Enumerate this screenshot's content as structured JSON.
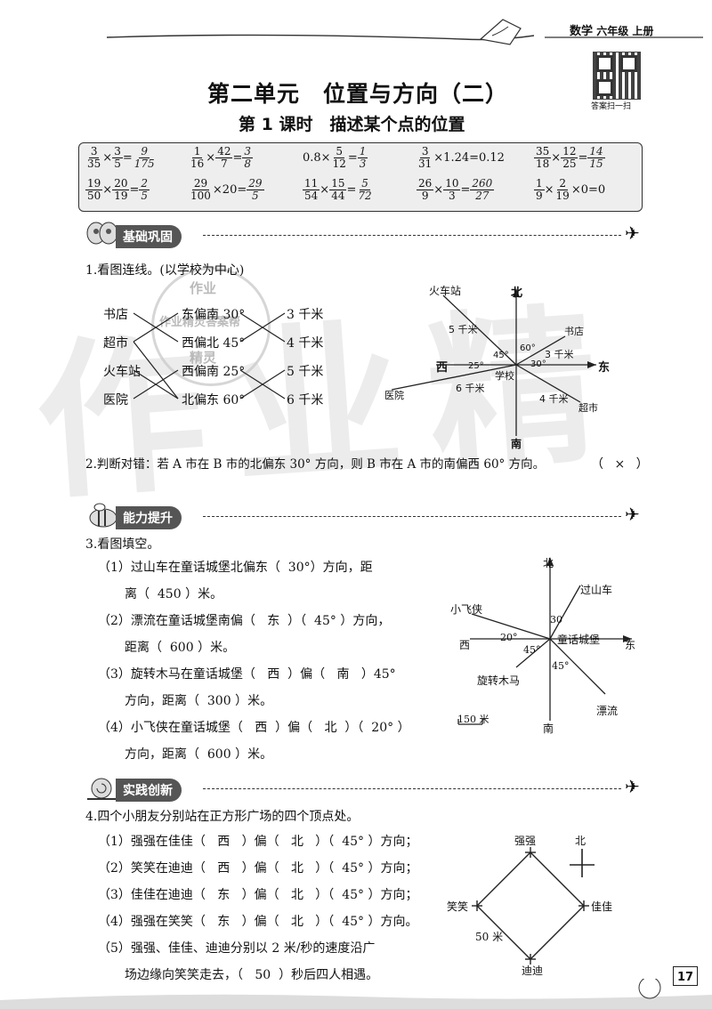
{
  "header": {
    "subject": "数学",
    "grade": "六年级",
    "volume": "上册",
    "qr_caption": "答案扫一扫"
  },
  "title": {
    "unit": "第二单元　位置与方向（二）",
    "lesson": "第 1 课时　描述某个点的位置"
  },
  "calc": {
    "row1": [
      {
        "a_num": "3",
        "a_den": "35",
        "op": "×",
        "b_num": "3",
        "b_den": "5",
        "r_num": "9",
        "r_den": "175"
      },
      {
        "a_num": "1",
        "a_den": "16",
        "op": "×",
        "b_num": "42",
        "b_den": "7",
        "r_num": "3",
        "r_den": "8"
      },
      {
        "pre": "0.8×",
        "b_num": "5",
        "b_den": "12",
        "r_num": "1",
        "r_den": "3"
      },
      {
        "a_num": "3",
        "a_den": "31",
        "post": "×1.24=0.12"
      },
      {
        "a_num": "35",
        "a_den": "18",
        "op": "×",
        "b_num": "12",
        "b_den": "25",
        "r_num": "14",
        "r_den": "15"
      }
    ],
    "row2": [
      {
        "a_num": "19",
        "a_den": "50",
        "op": "×",
        "b_num": "20",
        "b_den": "19",
        "r_num": "2",
        "r_den": "5"
      },
      {
        "a_num": "29",
        "a_den": "100",
        "mid": "×20=",
        "r_num": "29",
        "r_den": "5"
      },
      {
        "a_num": "11",
        "a_den": "54",
        "op": "×",
        "b_num": "15",
        "b_den": "44",
        "r_num": "5",
        "r_den": "72"
      },
      {
        "a_num": "26",
        "a_den": "9",
        "op": "×",
        "b_num": "10",
        "b_den": "3",
        "r_num": "260",
        "r_den": "27"
      },
      {
        "a_num": "1",
        "a_den": "9",
        "op": "×",
        "b_num": "2",
        "b_den": "19",
        "post": "×0=0"
      }
    ]
  },
  "sections": {
    "basic": "基础巩固",
    "ability": "能力提升",
    "practice": "实践创新"
  },
  "q1": {
    "stem": "1.看图连线。(以学校为中心)",
    "places": [
      "书店",
      "超市",
      "火车站",
      "医院"
    ],
    "directions": [
      "东偏南 30°",
      "西偏北 45°",
      "西偏南 25°",
      "北偏东 60°"
    ],
    "distances": [
      "3 千米",
      "4 千米",
      "5 千米",
      "6 千米"
    ],
    "map": {
      "north": "北",
      "south": "南",
      "east": "东",
      "west": "西",
      "center": "学校",
      "train": "火车站",
      "bookstore": "书店",
      "supermarket": "超市",
      "hospital": "医院",
      "d_train": "5 千米",
      "d_book": "3 千米",
      "d_hosp": "6 千米",
      "d_super": "4 千米",
      "a_train": "45°",
      "a_book": "60°",
      "a_hosp": "25°",
      "a_super": "30°"
    }
  },
  "q2": {
    "stem": "2.判断对错：若 A 市在 B 市的北偏东 30° 方向，则 B 市在 A 市的南偏西 60° 方向。",
    "paren_open": "（",
    "answer": "×",
    "paren_close": "）"
  },
  "q3": {
    "stem": "3.看图填空。",
    "lines": [
      "（1）过山车在童话城堡北偏东（  30°）方向，距",
      "离（  450 ）米。",
      "（2）漂流在童话城堡南偏（   东  ）（  45° ）方向，",
      "距离（  600 ）米。",
      "（3）旋转木马在童话城堡（   西  ）偏（   南   ）45°",
      "方向，距离（  300 ）米。",
      "（4）小飞侠在童话城堡（   西  ）偏（   北  ）（  20° ）",
      "方向，距离（  600 ）米。"
    ],
    "map": {
      "north": "北",
      "south": "南",
      "east": "东",
      "west": "西",
      "center": "童话城堡",
      "coaster": "过山车",
      "peter": "小飞侠",
      "rafting": "漂流",
      "carousel": "旋转木马",
      "a_coaster": "30",
      "a_peter": "20°",
      "a_carousel": "45°",
      "a_rafting": "45°",
      "scale": "150 米"
    }
  },
  "q4": {
    "stem": "4.四个小朋友分别站在正方形广场的四个顶点处。",
    "lines": [
      "（1）强强在佳佳（   西   ）偏（   北   ）（  45° ）方向；",
      "（2）笑笑在迪迪（   西   ）偏（   北   ）（  45° ）方向；",
      "（3）佳佳在迪迪（   东   ）偏（   北   ）（  45° ）方向；",
      "（4）强强在笑笑（   东   ）偏（   北   ）（  45° ）方向。",
      "（5）强强、佳佳、迪迪分别以 2 米/秒的速度沿广",
      "场边缘向笑笑走去，（   50  ）秒后四人相遇。"
    ],
    "map": {
      "north": "北",
      "top": "强强",
      "right": "佳佳",
      "bottom": "迪迪",
      "left": "笑笑",
      "side": "50 米"
    }
  },
  "page_number": "17",
  "watermark": {
    "big": "作业精",
    "stamp_top": "作业",
    "stamp_mid": "作业精灵答案帮",
    "stamp_bot": "精灵"
  }
}
